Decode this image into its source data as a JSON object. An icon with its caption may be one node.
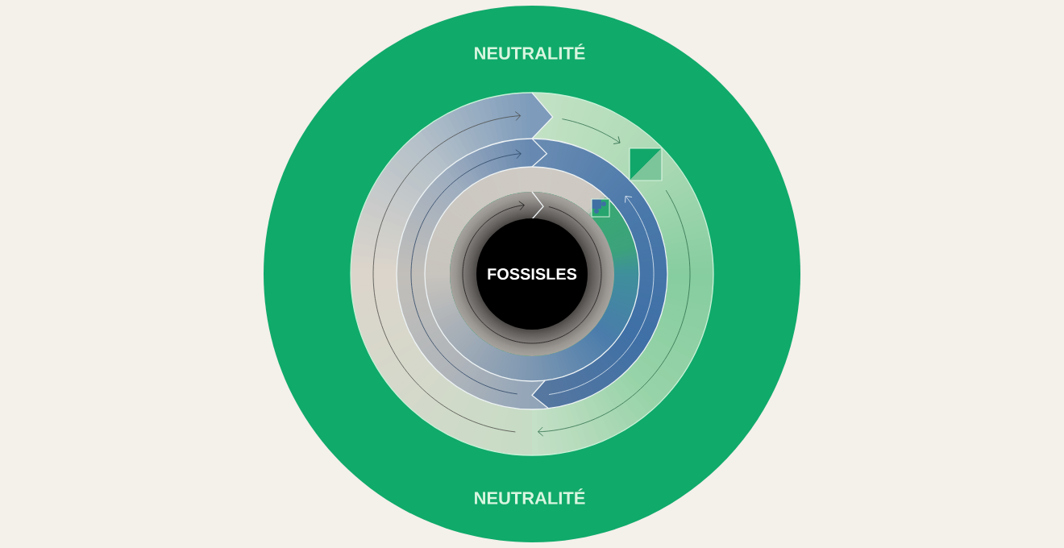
{
  "diagram": {
    "nodes": [
      {
        "text": [
          "NEUTRALITÉ",
          "NEUTRALITÉ"
        ]
      },
      {
        "text": [
          "FOSSISLES"
        ],
        "in": 0
      }
    ]
  }
}
